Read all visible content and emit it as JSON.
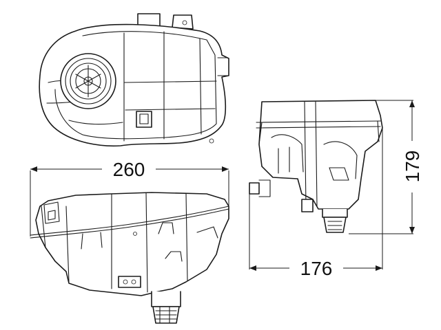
{
  "dimensions": {
    "length": "260",
    "width": "176",
    "height": "179"
  },
  "colors": {
    "line": "#1a1a1a",
    "background": "#ffffff",
    "watermark": "#e6e6e6"
  }
}
